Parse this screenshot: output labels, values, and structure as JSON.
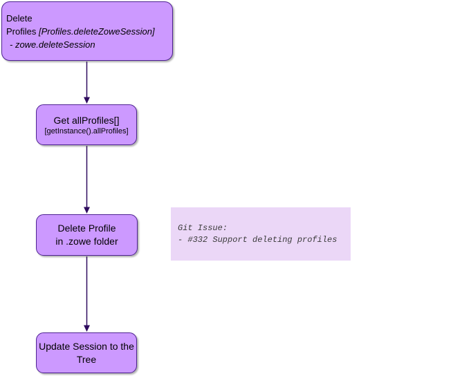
{
  "diagram": {
    "nodes": {
      "delete_profiles": {
        "line1": "Delete",
        "line2_prefix": "Profiles",
        "line2_italic": "[Profiles.deleteZoweSession]",
        "line3": "- zowe.deleteSession"
      },
      "get_all_profiles": {
        "title": "Get allProfiles[]",
        "subtitle": "[getInstance().allProfiles]"
      },
      "delete_profile_folder": {
        "line1": "Delete Profile",
        "line2": "in .zowe folder"
      },
      "update_session_tree": {
        "line1": "Update Session to the",
        "line2": "Tree"
      }
    },
    "note": {
      "line1": "Git Issue:",
      "line2": "- #332 Support deleting profiles"
    }
  },
  "colors": {
    "canvasBg": "#FFFFFF",
    "nodeFill": "#CC99FF",
    "nodeBorder": "#4D2191",
    "nodeText": "#000000",
    "arrow": "#2E0A5E",
    "noteFill": "#EBD7F7",
    "noteText": "#3B3B3B"
  }
}
